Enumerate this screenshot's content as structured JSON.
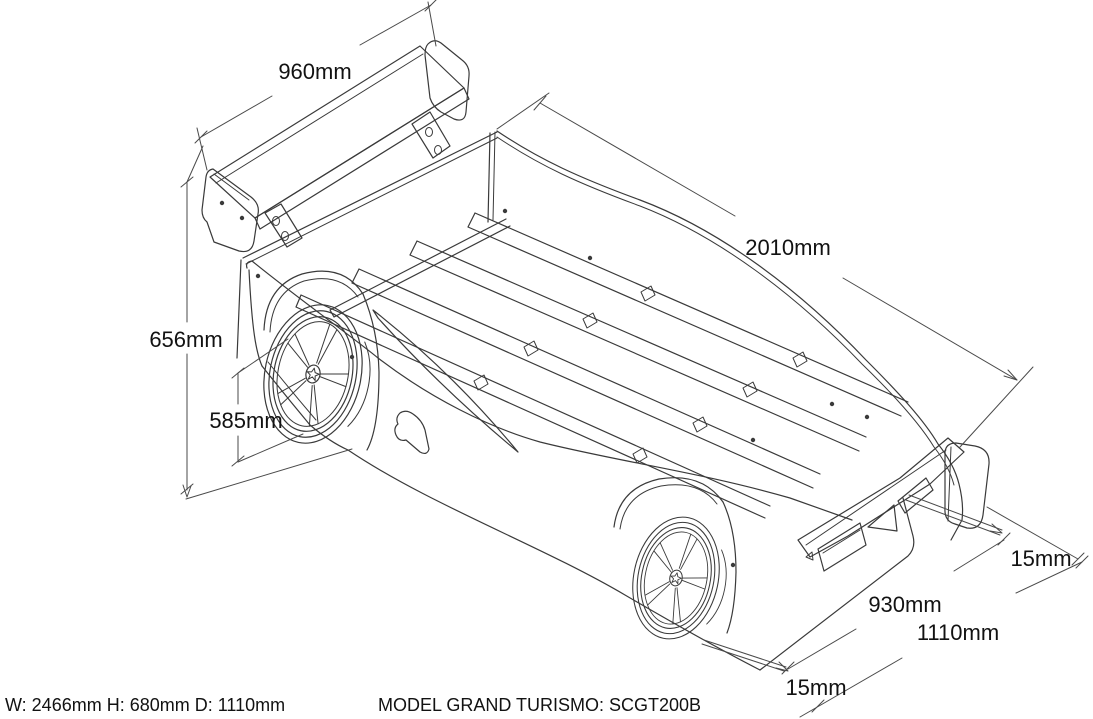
{
  "drawing": {
    "background": "#ffffff",
    "line_color": "#3a3a3a",
    "dimension_line_color": "#4a4a4a",
    "text_color": "#121212",
    "dimensions": {
      "spoiler_width": "960mm",
      "bed_length": "2010mm",
      "overall_height": "656mm",
      "body_height": "585mm",
      "rear_panel_offset": "15mm",
      "inner_width": "930mm",
      "outer_width": "1110mm",
      "base_offset": "15mm"
    },
    "footer": {
      "overall_dimensions": "W: 2466mm H: 680mm D: 1110mm",
      "model": "MODEL GRAND TURISMO: SCGT200B"
    }
  }
}
